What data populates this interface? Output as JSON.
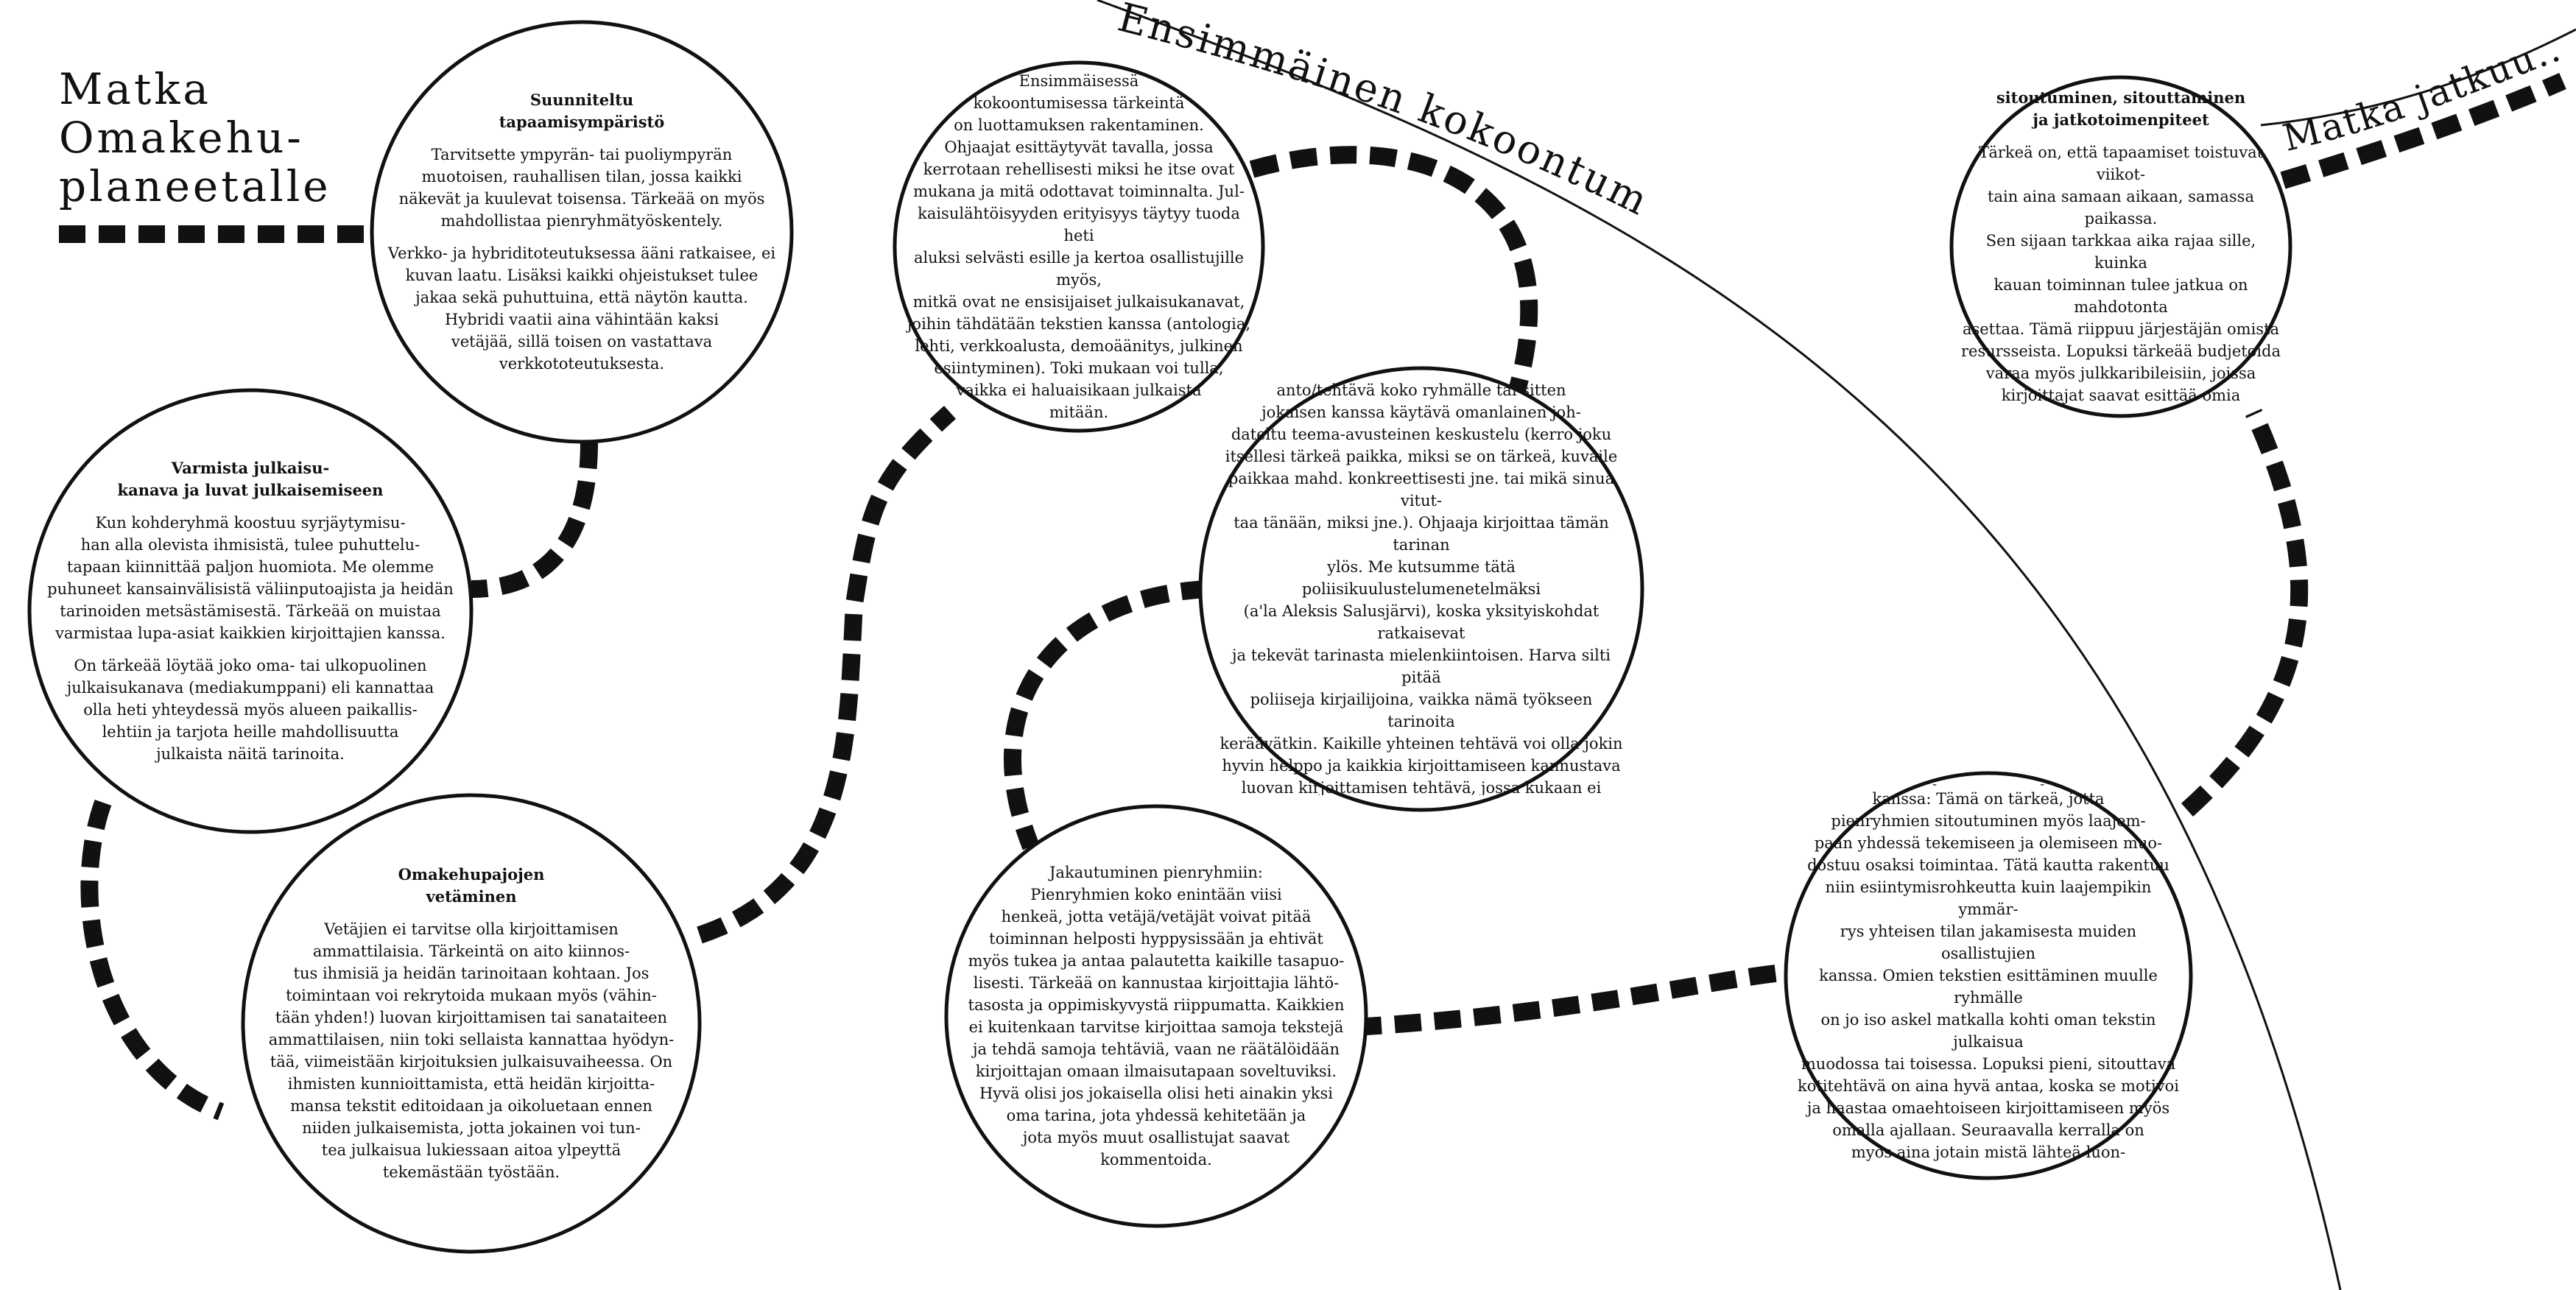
{
  "title_lines": [
    "Matka",
    "Omakehu-",
    "planeetalle"
  ],
  "arc_labels": {
    "first_meeting": "Ensimmäinen kokoontuminen",
    "continues": "Matka jatkuu..."
  },
  "nodes": {
    "planned": {
      "title": "Suunniteltu\ntapaamisympäristö",
      "paragraphs": [
        "Tarvitsette ympyrän- tai puoliympyrän\nmuotoisen, rauhallisen tilan, jossa kaikki\nnäkevät ja kuulevat toisensa. Tärkeää on myös\nmahdollistaa pienryhmätyöskentely.",
        "Verkko- ja hybriditoteutuksessa ääni ratkaisee, ei\nkuvan laatu. Lisäksi kaikki ohjeistukset tulee\njakaa sekä puhuttuina, että näytön kautta.\nHybridi vaatii aina vähintään kaksi\nvetäjää, sillä toisen on vastattava\nverkkototeutuksesta."
      ]
    },
    "publish": {
      "title": "Varmista julkaisu-\nkanava ja luvat julkaisemiseen",
      "paragraphs": [
        "Kun kohderyhmä koostuu syrjäytymisu-\nhan alla olevista ihmisistä, tulee puhuttelu-\ntapaan kiinnittää paljon huomiota. Me olemme\npuhuneet kansainvälisistä väliinputoajista ja heidän\ntarinoiden metsästämisestä. Tärkeää on muistaa\nvarmistaa lupa-asiat kaikkien kirjoittajien kanssa.",
        "On tärkeää löytää joko oma- tai ulkopuolinen\njulkaisukanava (mediakumppani) eli kannattaa\nolla heti yhteydessä myös alueen paikallis-\nlehtiin ja tarjota heille mahdollisuutta\njulkaista näitä tarinoita."
      ]
    },
    "workshops": {
      "title": "Omakehupajojen\nvetäminen",
      "paragraphs": [
        "Vetäjien ei tarvitse olla kirjoittamisen\nammattilaisia. Tärkeintä on aito kiinnos-\ntus ihmisiä ja heidän tarinoitaan kohtaan. Jos\ntoimintaan voi rekrytoida mukaan myös (vähin-\ntään yhden!) luovan kirjoittamisen tai sanataiteen\nammattilaisen, niin toki sellaista kannattaa hyödyn-\ntää, viimeistään kirjoituksien julkaisuvaiheessa. On\nihmisten kunnioittamista, että heidän kirjoitta-\nmansa tekstit editoidaan ja oikoluetaan ennen\nniiden julkaisemista, jotta jokainen voi tun-\ntea julkaisua lukiessaan aitoa ylpeyttä\ntekemästään työstään."
      ]
    },
    "trust": {
      "paragraphs": [
        "Ensimmäisessä\nkokoontumisessa tärkeintä\non luottamuksen rakentaminen.\nOhjaajat esittäytyvät tavalla, jossa\nkerrotaan rehellisesti miksi he itse ovat\nmukana ja mitä odottavat toiminnalta. Jul-\nkaisulähtöisyyden erityisyys täytyy tuoda heti\naluksi selvästi esille ja kertoa osallistujille myös,\nmitkä ovat ne ensisijaiset julkaisukanavat,\njoihin tähdätään tekstien kanssa (antologia,\nlehti, verkkoalusta, demoäänitys, julkinen\nesiintyminen). Toki mukaan voi tulla,\nvaikka ei haluaisikaan julkaista\nmitään."
      ]
    },
    "start": {
      "paragraphs": [
        "Aloitus:\nSelkeä yhteinen toimeksi-\nanto/tehtävä koko ryhmälle tai sitten\njokaisen kanssa käytävä omanlainen joh-\ndateltu teema-avusteinen keskustelu (kerro joku\nitsellesi tärkeä paikka, miksi se on tärkeä, kuvaile\npaikkaa mahd. konkreettisesti jne. tai mikä sinua vitut-\ntaa tänään, miksi jne.). Ohjaaja kirjoittaa tämän tarinan\nylös. Me kutsumme tätä poliisikuulustelumenetelmäksi\n(a'la Aleksis Salusjärvi), koska yksityiskohdat ratkaisevat\nja tekevät tarinasta mielenkiintoisen. Harva silti pitää\npoliiseja kirjailijoina, vaikka nämä työkseen tarinoita\nkeräävätkin. Kaikille yhteinen tehtävä voi olla jokin\nhyvin helppo ja kaikkia kirjoittamiseen kannustava\nluovan kirjoittamisen tehtävä, jossa kukaan ei\nvoi mokata (menettää kasvojaan) esim.\nomakehut tai nykäsafoharjoitukset."
      ]
    },
    "groups": {
      "paragraphs": [
        "Jakautuminen pienryhmiin:\nPienryhmien koko enintään viisi\nhenkeä, jotta vetäjä/vetäjät voivat pitää\ntoiminnan helposti hyppysissään ja ehtivät\nmyös tukea ja antaa palautetta kaikille tasapuo-\nlisesti. Tärkeää on kannustaa kirjoittajia lähtö-\ntasosta ja oppimiskyvystä riippumatta. Kaikkien\nei kuitenkaan tarvitse kirjoittaa samoja tekstejä\nja tehdä samoja tehtäviä, vaan ne räätälöidään\nkirjoittajan omaan ilmaisutapaan soveltuviksi.\nHyvä olisi jos jokaisella olisi heti ainakin yksi\noma tarina, jota yhdessä kehitetään ja\njota myös muut osallistujat saavat\nkommentoida."
      ]
    },
    "return": {
      "paragraphs": [
        "Paluu yhteen koko ryhmän\nkanssa: Tämä on tärkeä, jotta\npienryhmien sitoutuminen myös laajem-\npaan yhdessä tekemiseen ja olemiseen muo-\ndostuu osaksi toimintaa. Tätä kautta rakentuu\nniin esiintymisrohkeutta kuin laajempikin ymmär-\nrys yhteisen tilan jakamisesta muiden osallistujien\nkanssa. Omien tekstien esittäminen muulle ryhmälle\non jo iso askel matkalla kohti oman tekstin julkaisua\nmuodossa tai toisessa. Lopuksi pieni, sitouttava\nkotitehtävä on aina hyvä antaa, koska se motivoi\nja haastaa omaehtoiseen kirjoittamiseen myös\nomalla ajallaan. Seuraavalla kerralla on\nmyös aina jotain mistä lähteä luon-\ntevasti liikkeelle."
      ]
    },
    "process": {
      "title": "Prosessiin\nsitoutuminen, sitouttaminen\nja jatkotoimenpiteet",
      "paragraphs": [
        "Tärkeä on, että tapaamiset toistuvat viikot-\ntain aina samaan aikaan, samassa paikassa.\nSen sijaan tarkkaa aika rajaa sille, kuinka\nkauan toiminnan tulee jatkua on mahdotonta\nasettaa. Tämä riippuu järjestäjän omista\nresursseista. Lopuksi tärkeää budjetoida\nvaraa myös julkkaribileisiin, joissa\nkirjoittajat saavat esittää omia\ntuotoksiaan"
      ]
    }
  }
}
